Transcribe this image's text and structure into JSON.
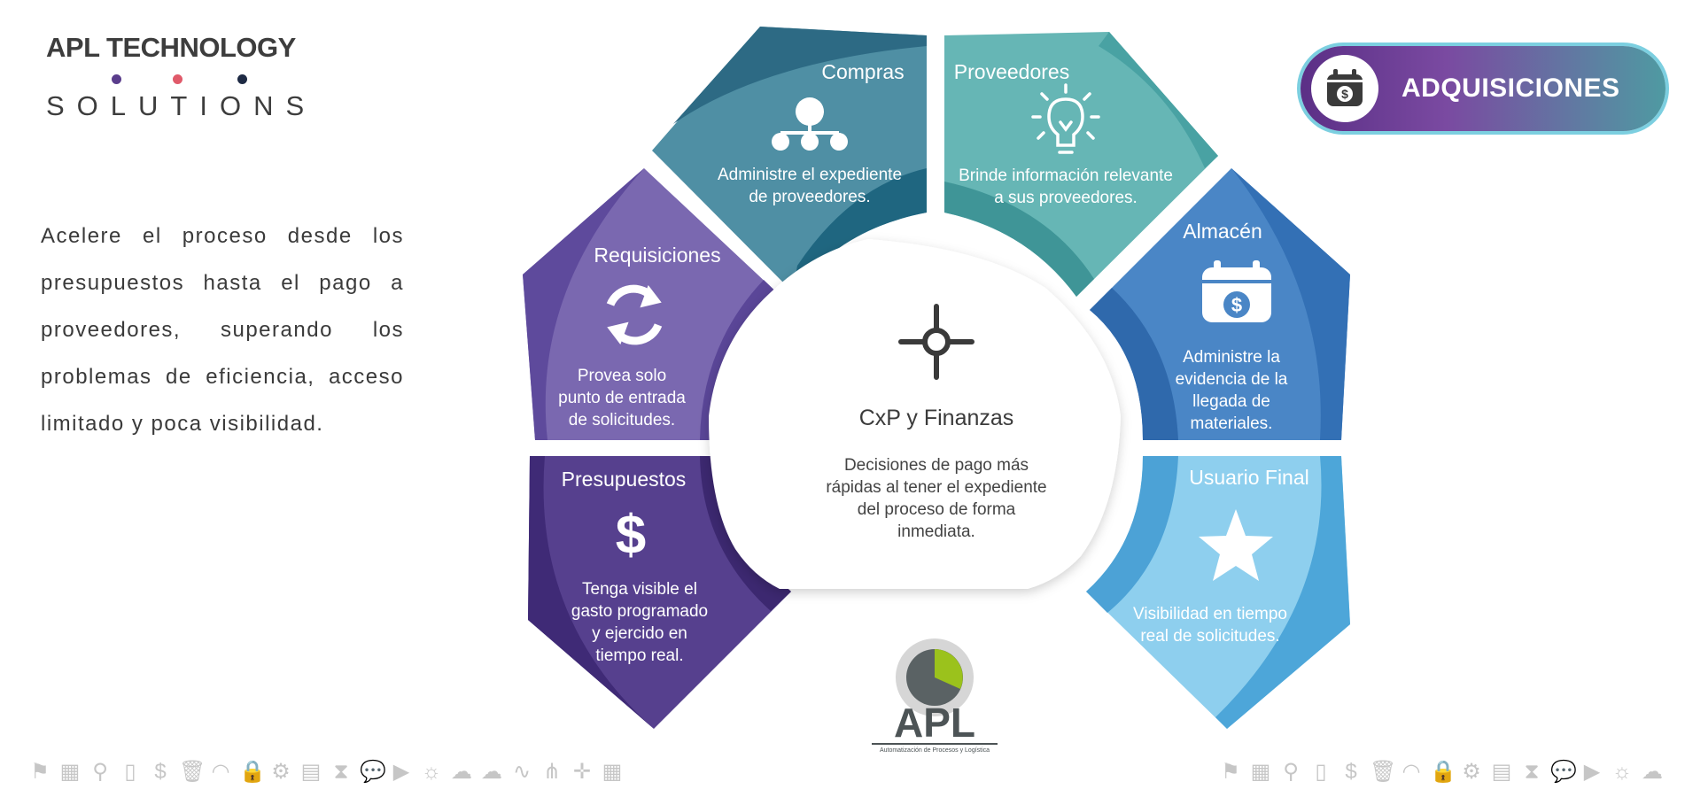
{
  "brand": {
    "line1": "APL TECHNOLOGY",
    "line2": "SOLUTIONS",
    "dot_colors": [
      "#5a3d8c",
      "#e05a6a",
      "#1e2a44"
    ]
  },
  "intro": "Acelere el proceso desde los presupuestos hasta el pago a proveedores, superando los problemas de eficiencia, acceso limitado y poca visibilidad.",
  "badge": {
    "label": "ADQUISICIONES",
    "icon": "calendar-dollar-icon"
  },
  "segments": [
    {
      "id": "compras",
      "title": "Compras",
      "icon": "org-chart-icon",
      "desc": [
        "Administre el expediente",
        "de proveedores."
      ],
      "color": "#4f8fa4"
    },
    {
      "id": "proveedores",
      "title": "Proveedores",
      "icon": "lightbulb-icon",
      "desc": [
        "Brinde información relevante",
        "a sus proveedores."
      ],
      "color": "#66b6b5"
    },
    {
      "id": "almacen",
      "title": "Almacén",
      "icon": "calendar-dollar-icon",
      "desc": [
        "Administre la",
        "evidencia de la",
        "llegada de",
        "materiales."
      ],
      "color": "#4a86c6"
    },
    {
      "id": "usuario-final",
      "title": "Usuario Final",
      "icon": "star-icon",
      "desc": [
        "Visibilidad en tiempo",
        "real de solicitudes."
      ],
      "color": "#6eb9e3"
    },
    {
      "id": "presupuestos",
      "title": "Presupuestos",
      "icon": "dollar-icon",
      "desc": [
        "Tenga visible el",
        "gasto programado",
        "y ejercido en",
        "tiempo real."
      ],
      "color": "#56408e"
    },
    {
      "id": "requisiciones",
      "title": "Requisiciones",
      "icon": "refresh-icon",
      "desc": [
        "Provea solo",
        "punto de entrada",
        "de solicitudes."
      ],
      "color": "#7a68b0"
    }
  ],
  "center": {
    "title": "CxP y Finanzas",
    "icon": "crosshair-icon",
    "desc": [
      "Decisiones de pago más",
      "rápidas al tener el expediente",
      "del proceso de forma",
      "inmediata."
    ]
  },
  "logo": {
    "text": "APL",
    "subtitle": "Automatización de Procesos y Logística"
  },
  "icon_strip": [
    "⚑",
    "▦",
    "⚲",
    "▯",
    "$",
    "🗑",
    "◠",
    "🔒",
    "⚙",
    "▤",
    "⧗",
    "💬",
    "▶",
    "☼",
    "☁",
    "☁",
    "∿",
    "⋔",
    "✛",
    "▦"
  ]
}
